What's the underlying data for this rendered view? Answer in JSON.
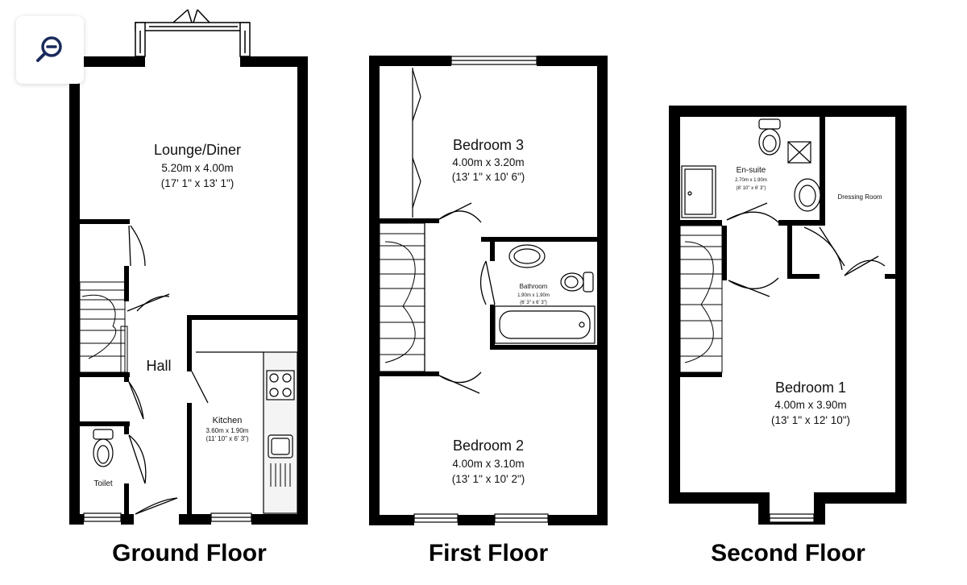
{
  "zoom_button": {
    "icon": "zoom-out-icon",
    "color": "#1a2a5c"
  },
  "floors": {
    "ground": {
      "label": "Ground Floor",
      "lounge": {
        "name": "Lounge/Diner",
        "metric": "5.20m x 4.00m",
        "imperial": "(17' 1\" x 13' 1\")"
      },
      "hall": {
        "name": "Hall"
      },
      "kitchen": {
        "name": "Kitchen",
        "metric": "3.60m x 1.90m",
        "imperial": "(11' 10\" x 6' 3\")"
      },
      "toilet": {
        "name": "Toilet"
      }
    },
    "first": {
      "label": "First Floor",
      "bedroom3": {
        "name": "Bedroom 3",
        "metric": "4.00m x 3.20m",
        "imperial": "(13' 1\" x 10' 6\")"
      },
      "bathroom": {
        "name": "Bathroom",
        "metric": "1.90m x 1.90m",
        "imperial": "(6' 3\" x 6' 3\")"
      },
      "bedroom2": {
        "name": "Bedroom 2",
        "metric": "4.00m x 3.10m",
        "imperial": "(13' 1\" x 10' 2\")"
      }
    },
    "second": {
      "label": "Second Floor",
      "ensuite": {
        "name": "En-suite",
        "metric": "2.70m x 1.90m",
        "imperial": "(8' 10\" x 6' 3\")"
      },
      "dressing": {
        "name": "Dressing Room"
      },
      "bedroom1": {
        "name": "Bedroom 1",
        "metric": "4.00m x 3.90m",
        "imperial": "(13' 1\" x 12' 10\")"
      }
    }
  }
}
